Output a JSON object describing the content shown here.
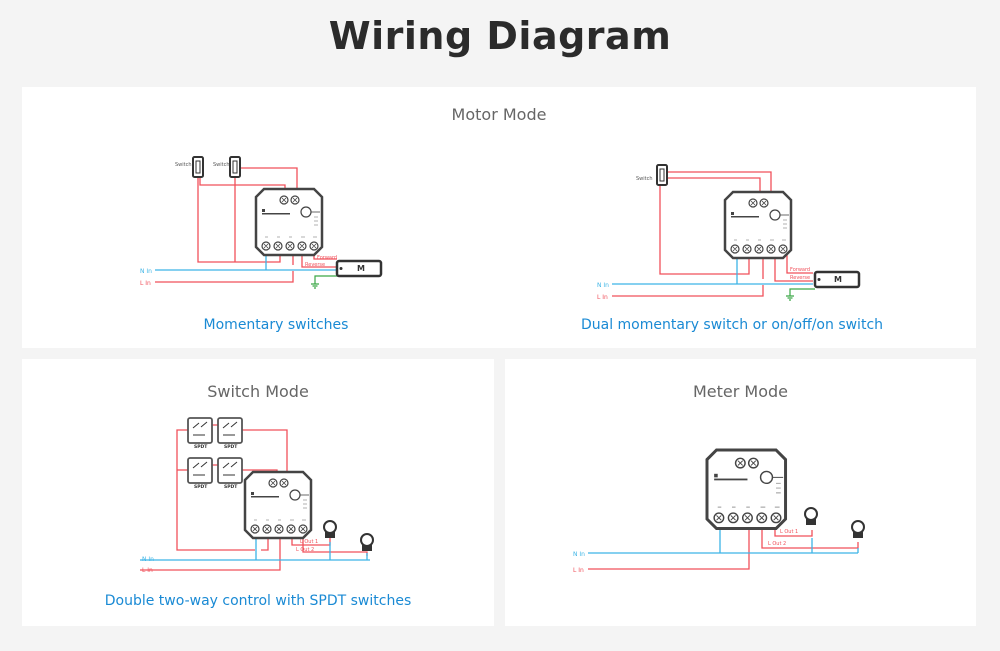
{
  "title": "Wiring Diagram",
  "colors": {
    "live": "#f0505a",
    "neutral": "#3cb4e6",
    "ground": "#3aa646",
    "caption": "#1a8ad4"
  },
  "motor_mode": {
    "title": "Motor Mode",
    "left": {
      "caption": "Momentary switches",
      "switch_label": "Switch",
      "n_in": "N In",
      "l_in": "L In",
      "forward": "Forward",
      "reverse": "Reverse",
      "motor": "M"
    },
    "right": {
      "caption": "Dual momentary switch or on/off/on switch",
      "switch_label": "Switch",
      "n_in": "N In",
      "l_in": "L In",
      "forward": "Forward",
      "reverse": "Reverse",
      "motor": "M"
    }
  },
  "switch_mode": {
    "title": "Switch Mode",
    "caption": "Double two-way control with SPDT switches",
    "spdt": "SPDT",
    "n_in": "N In",
    "l_in": "L In",
    "l_out_1": "L Out 1",
    "l_out_2": "L Out 2"
  },
  "meter_mode": {
    "title": "Meter Mode",
    "n_in": "N In",
    "l_in": "L In",
    "l_out_1": "L Out 1",
    "l_out_2": "L Out 2"
  }
}
